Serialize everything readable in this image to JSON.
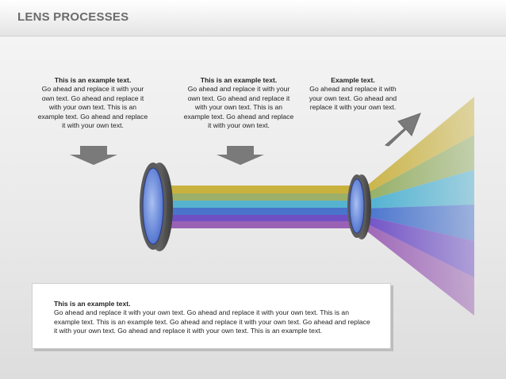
{
  "header": {
    "title": "LENS PROCESSES"
  },
  "blocks": [
    {
      "heading": "This is an example text.",
      "body": "Go ahead and replace it with your own text. Go ahead and replace it with your own text. This is an example text. Go ahead and replace it with your own text."
    },
    {
      "heading": "This is an example text.",
      "body": "Go ahead and replace it with your own text. Go ahead and replace it with your own text. This is an example text. Go ahead and replace it with your own text."
    },
    {
      "heading": "Example text.",
      "body": "Go ahead and replace it with your own text. Go ahead and replace it with your own text."
    }
  ],
  "bottom": {
    "heading": "This is an example text.",
    "body": "Go ahead and replace it with your own text. Go ahead and replace it with your own text. This is an example text. This is an example text. Go ahead and replace it with your own text. Go ahead and replace it with your own text. Go ahead and replace it with your own text. This is an example text."
  },
  "colors": {
    "beams": [
      "#c9b13e",
      "#9cb06a",
      "#56b3d0",
      "#4a74cc",
      "#6f4fc4",
      "#9a62b5"
    ],
    "lens_fill": "#6d8fdc",
    "lens_rim": "#4a4a4a",
    "arrow": "#7a7a7a"
  }
}
